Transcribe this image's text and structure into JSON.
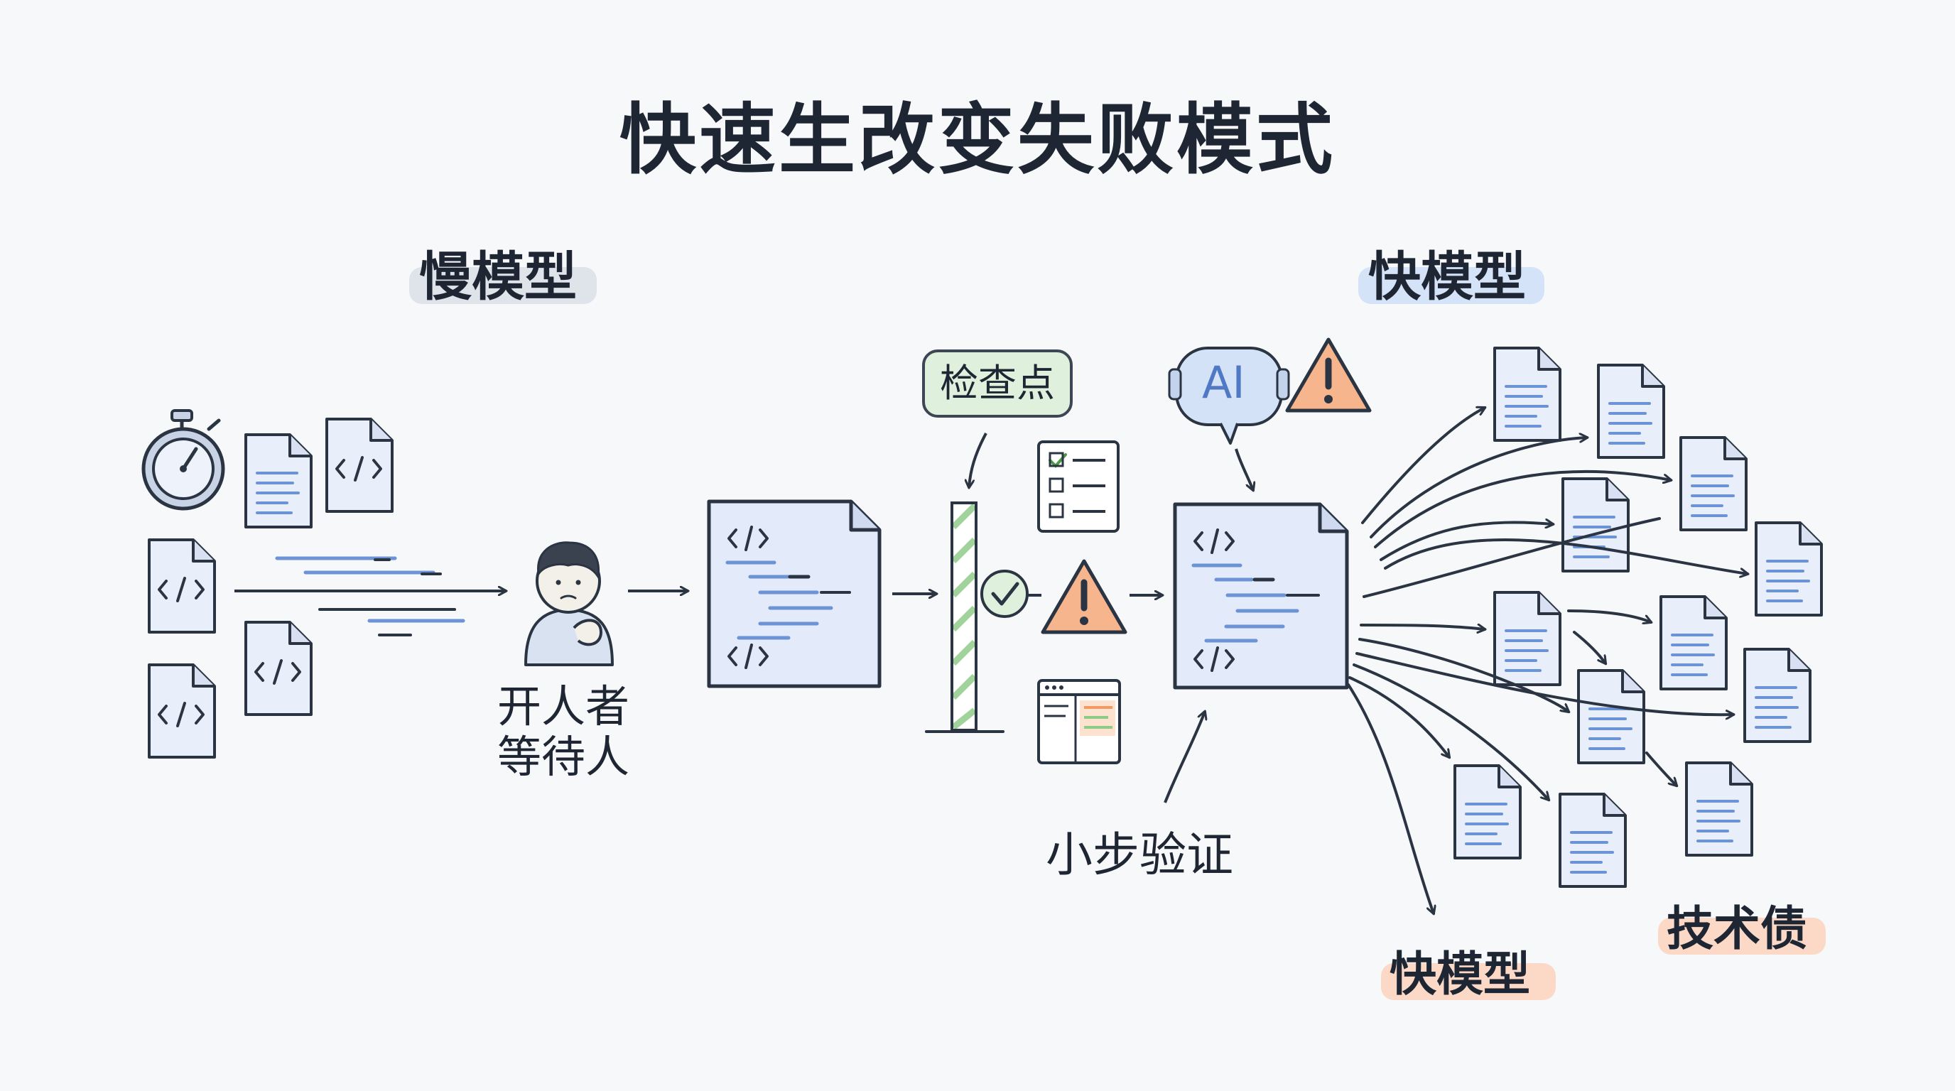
{
  "title": "快速生改变失败模式",
  "sections": {
    "slow_model": "慢模型",
    "fast_model": "快模型"
  },
  "labels": {
    "developer_waiting": [
      "开人者",
      "等待人"
    ],
    "checkpoint": "检查点",
    "small_step_verify": "小步验证",
    "fast_model_bottom": "快模型",
    "tech_debt": "技术债",
    "ai_badge": "AI",
    "warning_glyph": "!"
  },
  "icons": [
    "stopwatch-icon",
    "document-icon",
    "code-file-icon",
    "developer-avatar-icon",
    "checkpoint-gate-icon",
    "check-circle-icon",
    "warning-icon",
    "checklist-icon",
    "browser-window-icon",
    "ai-chat-bubble-icon",
    "arrow-icon"
  ],
  "colors": {
    "background": "#f7f8fa",
    "ink": "#2b3442",
    "paper": "#e9eefb",
    "code_line": "#6b93d6",
    "checkpoint_green": "#dff0dc",
    "gate_stripe": "#9fd39a",
    "warning_orange": "#f6b58c",
    "ai_blue": "#d3e2f7",
    "highlight_gray": "#dfe3ea",
    "highlight_blue": "#d5e3f9",
    "highlight_orange": "#fbd9c6"
  }
}
